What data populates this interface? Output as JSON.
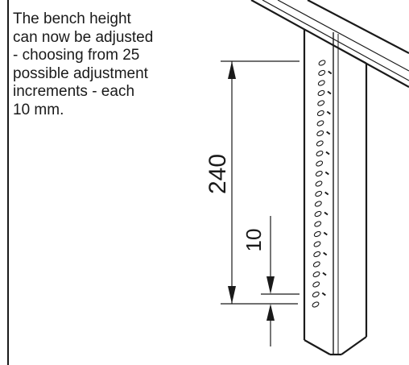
{
  "caption": {
    "lines": [
      "The bench height",
      "can now be adjusted",
      "- choosing from 25",
      "possible adjustment",
      "increments - each",
      "10 mm."
    ]
  },
  "dimensions": {
    "total_range": "240",
    "increment": "10"
  },
  "holes": {
    "count": 25
  }
}
